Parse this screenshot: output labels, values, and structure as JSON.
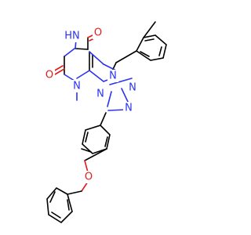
{
  "colors": {
    "background": "#ffffff",
    "carbon_bond": "#000000",
    "nitrogen": "#2b33f2",
    "oxygen": "#e41a1a"
  },
  "atoms": {
    "o_top": "O",
    "nh": "HN",
    "o_left": "O",
    "n_methyl": "N",
    "n_imid_top": "N",
    "n_tri_right": "N",
    "n_tri_bottom": "N",
    "n_bridge": "N",
    "o_ether": "O"
  }
}
